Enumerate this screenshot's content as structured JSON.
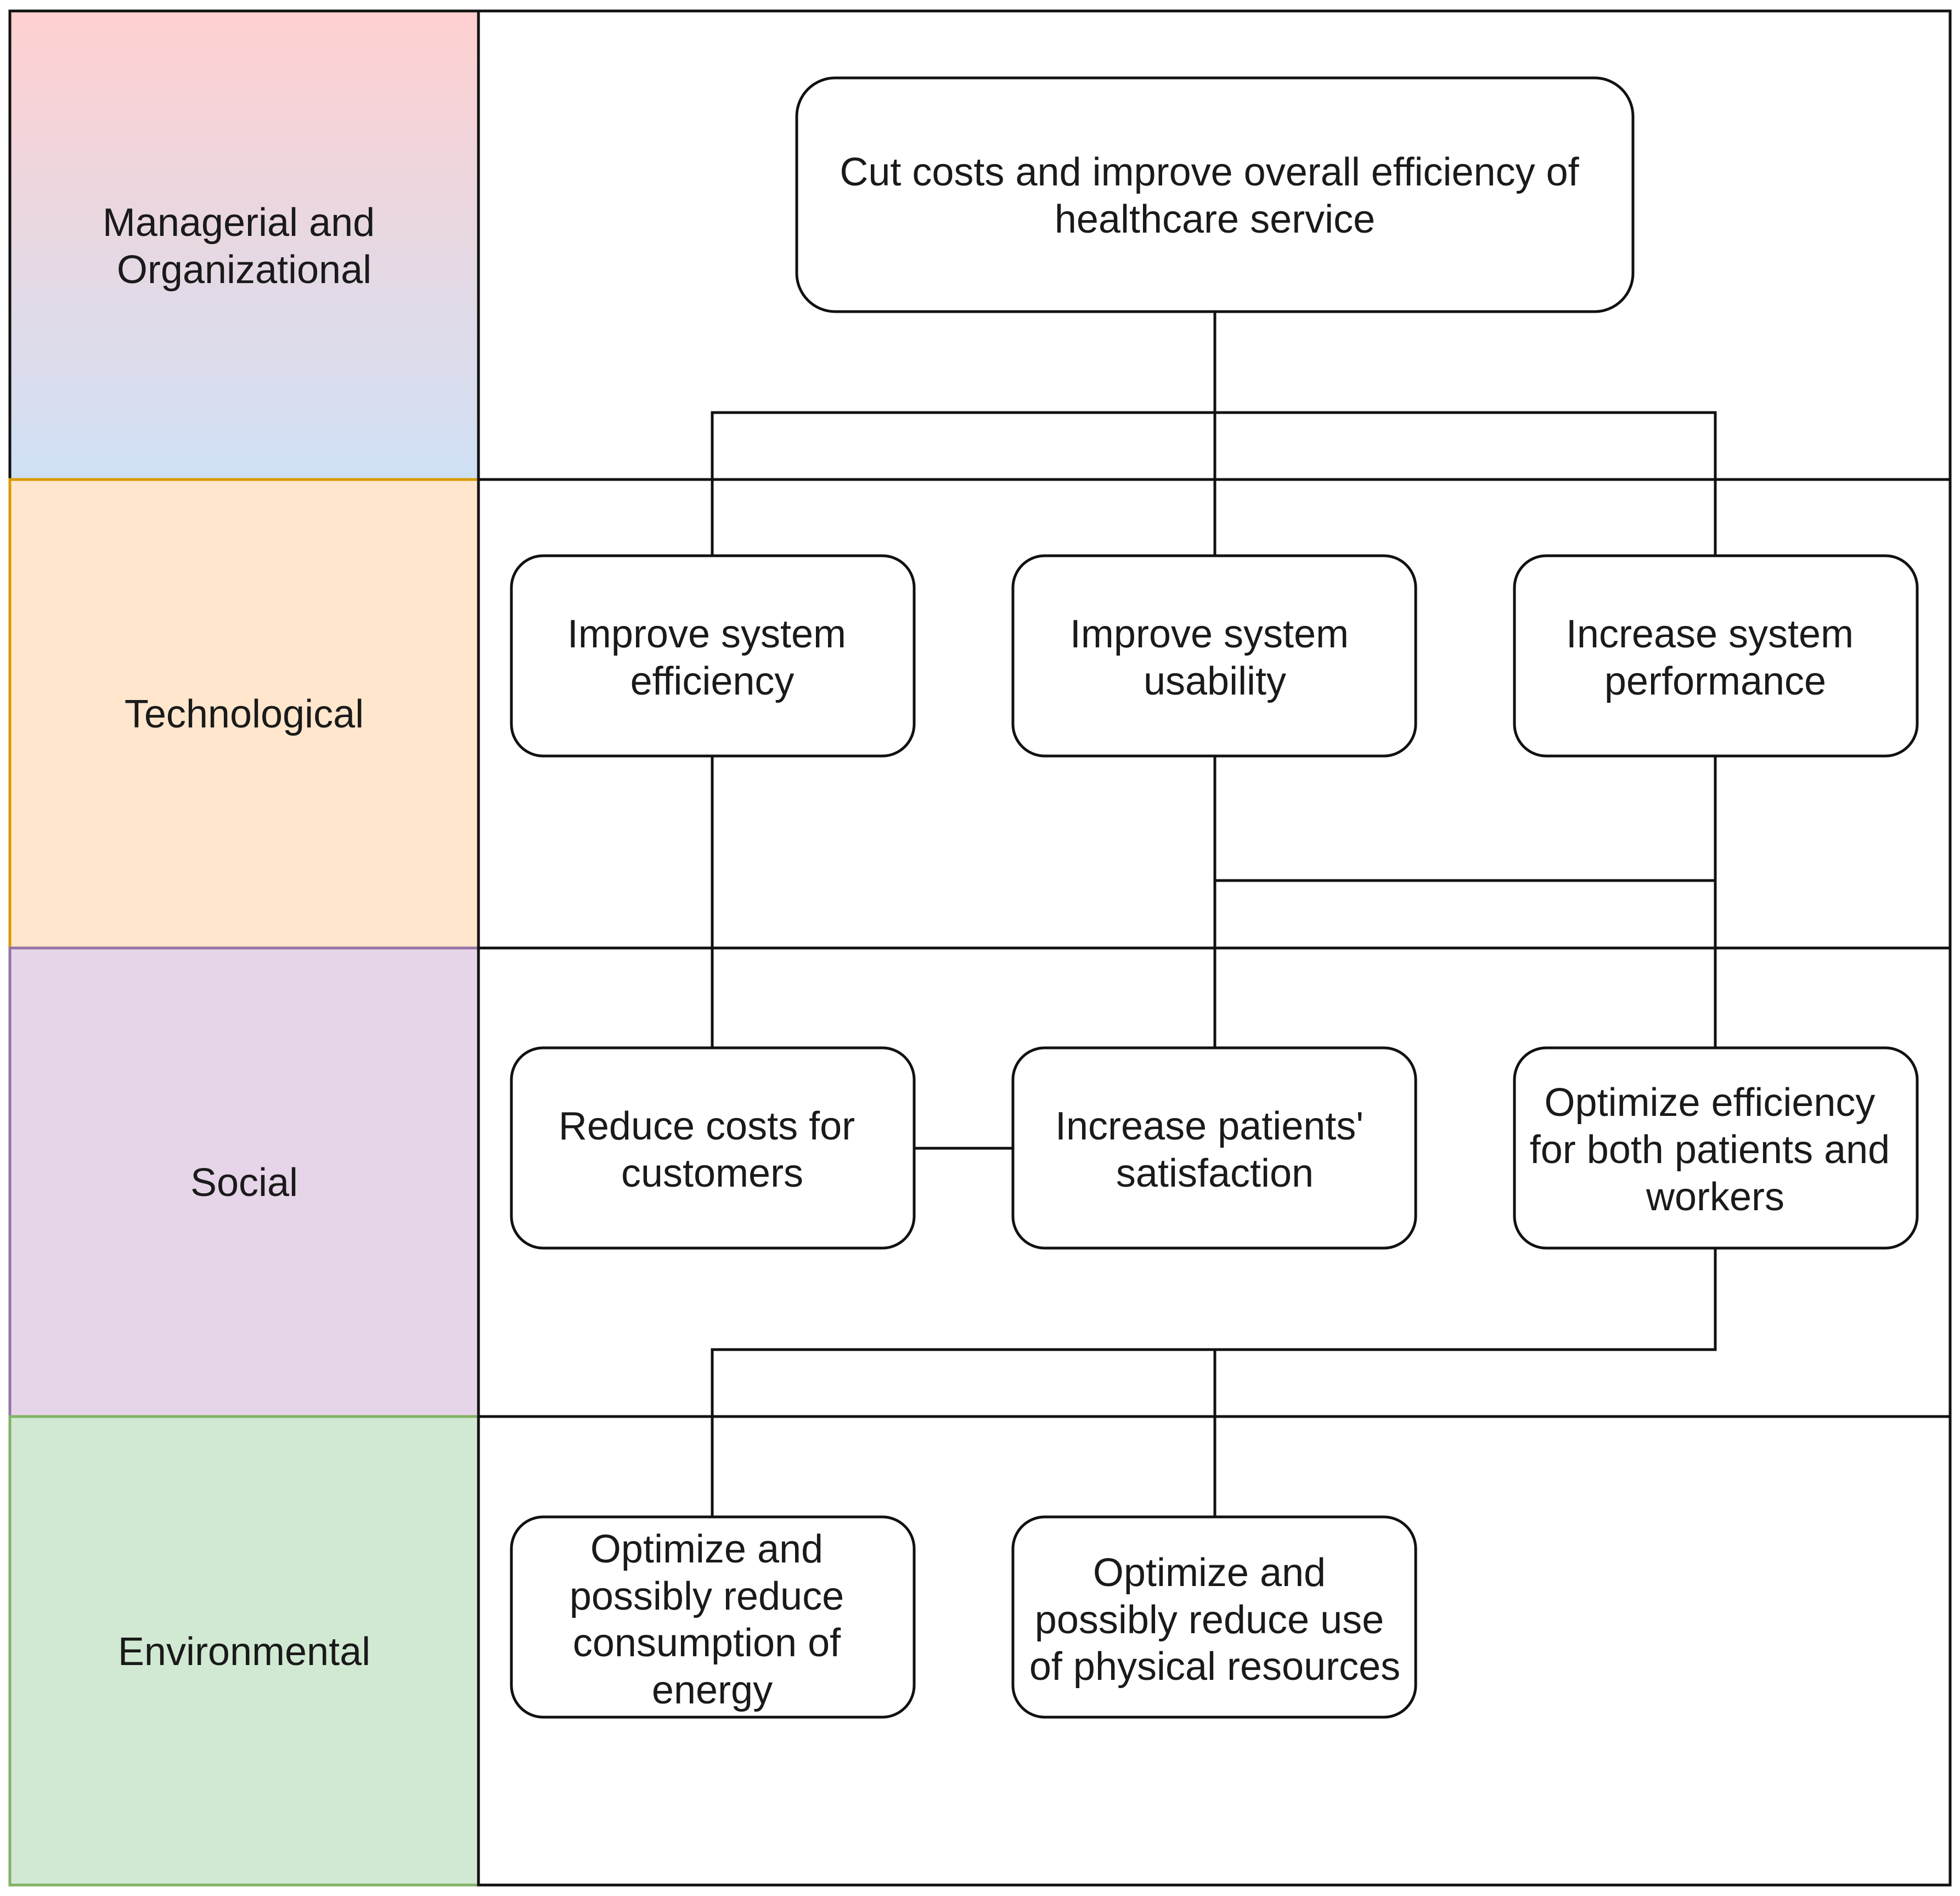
{
  "lanes": [
    {
      "id": "managerial",
      "label_lines": [
        "Managerial and",
        "Organizational"
      ],
      "fill_top": "#ffd0d0",
      "fill_bottom": "#cfe0f5",
      "stroke": "#111111"
    },
    {
      "id": "technological",
      "label_lines": [
        "Technological"
      ],
      "fill": "#ffe6cc",
      "stroke": "#d79b00"
    },
    {
      "id": "social",
      "label_lines": [
        "Social"
      ],
      "fill": "#e6d5e8",
      "stroke": "#9673a6"
    },
    {
      "id": "environmental",
      "label_lines": [
        "Environmental"
      ],
      "fill": "#d1e9d3",
      "stroke": "#82b366"
    }
  ],
  "nodes": {
    "root": {
      "lines": [
        "Cut costs and improve overall efficiency of",
        "healthcare service"
      ]
    },
    "tech_efficiency": {
      "lines": [
        "Improve system",
        "efficiency"
      ]
    },
    "tech_usability": {
      "lines": [
        "Improve system",
        "usability"
      ]
    },
    "tech_performance": {
      "lines": [
        "Increase system",
        "performance"
      ]
    },
    "social_costs": {
      "lines": [
        "Reduce costs for",
        "customers"
      ]
    },
    "social_satisfaction": {
      "lines": [
        "Increase patients'",
        "satisfaction"
      ]
    },
    "social_optimize": {
      "lines": [
        "Optimize efficiency",
        "for both patients and",
        "workers"
      ]
    },
    "env_energy": {
      "lines": [
        "Optimize and",
        "possibly reduce",
        "consumption of",
        "energy"
      ]
    },
    "env_resources": {
      "lines": [
        "Optimize and",
        "possibly reduce use",
        "of physical resources"
      ]
    }
  },
  "colors": {
    "line": "#111111",
    "box_fill": "#ffffff"
  }
}
